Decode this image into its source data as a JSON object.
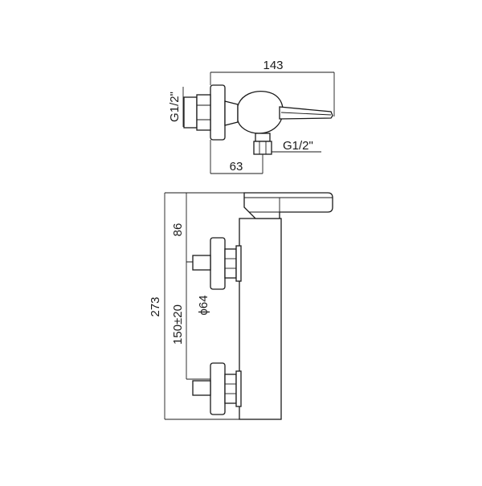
{
  "top_view": {
    "overall_width": "143",
    "inlet_offset": "63",
    "thread_inlet": "G1/2\"",
    "thread_outlet": "G1/2\""
  },
  "front_view": {
    "overall_height": "273",
    "top_to_inlet": "86",
    "inlet_spacing": "150±20",
    "flange_diameter": "ϕ64"
  }
}
